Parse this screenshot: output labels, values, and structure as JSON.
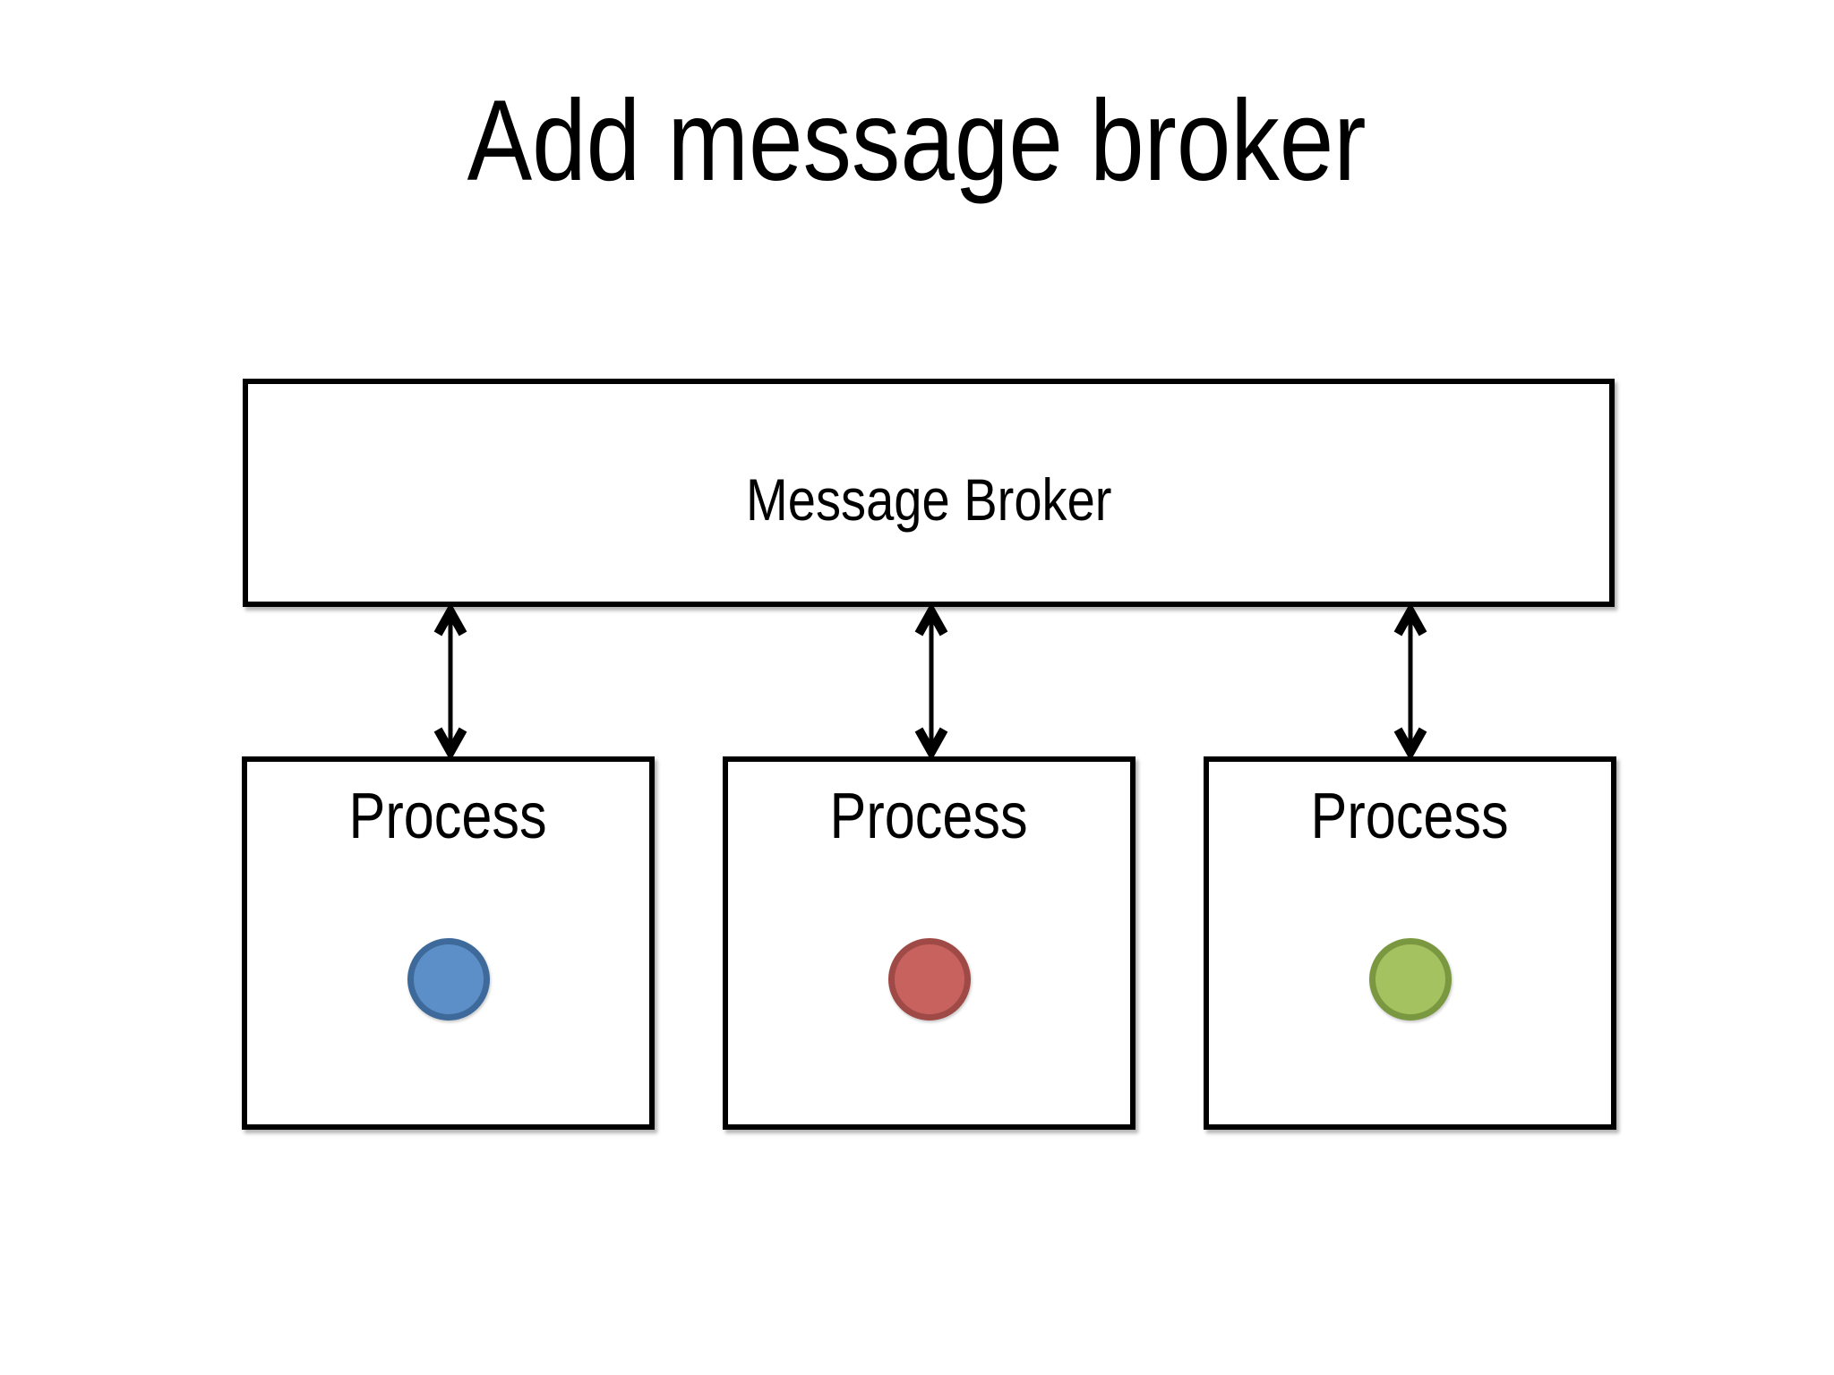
{
  "slide": {
    "title": "Add message broker",
    "broker": {
      "label": "Message Broker"
    },
    "processes": [
      {
        "label": "Process",
        "dot_name": "blue-dot",
        "dot_fill": "#5C8FC7",
        "dot_border": "#3D6A9A"
      },
      {
        "label": "Process",
        "dot_name": "red-dot",
        "dot_fill": "#C8625F",
        "dot_border": "#A04A47"
      },
      {
        "label": "Process",
        "dot_name": "green-dot",
        "dot_fill": "#A4C25F",
        "dot_border": "#7A9840"
      }
    ],
    "connectors": {
      "type": "double-headed-arrow",
      "count": 3,
      "color": "#000000"
    },
    "box_border_color": "#000000",
    "background_color": "#FFFFFF"
  }
}
